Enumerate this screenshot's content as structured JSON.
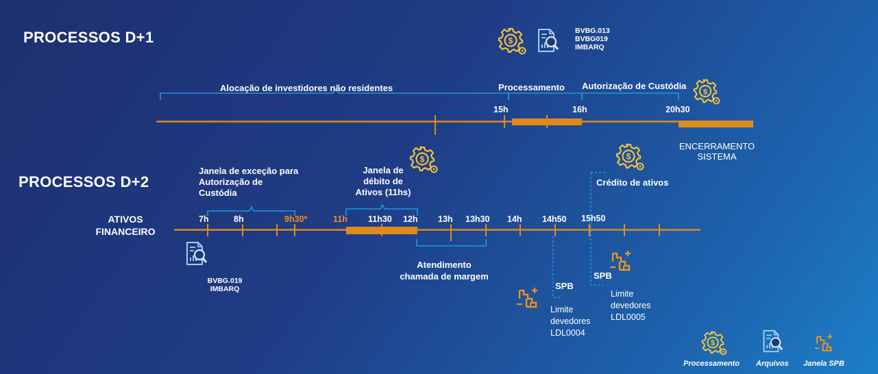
{
  "colors": {
    "orange": "#f0921d",
    "blue": "#1b9ae0",
    "gold": "#f6c23a",
    "line_orange": "#e08a1c"
  },
  "d1": {
    "title": "PROCESSOS D+1",
    "files": [
      "BVBG.013",
      "BVBG019",
      "IMBARQ"
    ],
    "alloc_label": "Alocação de investidores não residentes",
    "proc_label": "Processamento",
    "auth_label": "Autorização de Custódia",
    "ticks": [
      "15h",
      "16h",
      "20h30"
    ],
    "closing_1": "ENCERRAMENTO",
    "closing_2": "SISTEMA"
  },
  "d2": {
    "title": "PROCESSOS D+2",
    "row_label_1": "ATIVOS",
    "row_label_2": "FINANCEIRO",
    "exception_1": "Janela de exceção para",
    "exception_2": "Autorização de",
    "exception_3": "Custódia",
    "debit_1": "Janela de",
    "debit_2": "débito de",
    "debit_3": "Ativos (11hs)",
    "credit": "Crédito de ativos",
    "ticks": [
      "7h",
      "8h",
      "9h30*",
      "11h",
      "11h30",
      "12h",
      "13h",
      "13h30",
      "14h",
      "14h50",
      "15h50"
    ],
    "margin_1": "Atendimento",
    "margin_2": "chamada de margem",
    "files": [
      "BVBG.019",
      "IMBARQ"
    ],
    "spb": "SPB",
    "limit1": [
      "Limite",
      "devedores",
      "LDL0004"
    ],
    "limit2": [
      "Limite",
      "devedores",
      "LDL0005"
    ]
  },
  "legend": {
    "processing": "Processamento",
    "files": "Arquivos",
    "spb": "Janela SPB"
  },
  "icons": [
    "gear-dollar-icon",
    "file-search-icon",
    "spb-chart-icon"
  ]
}
